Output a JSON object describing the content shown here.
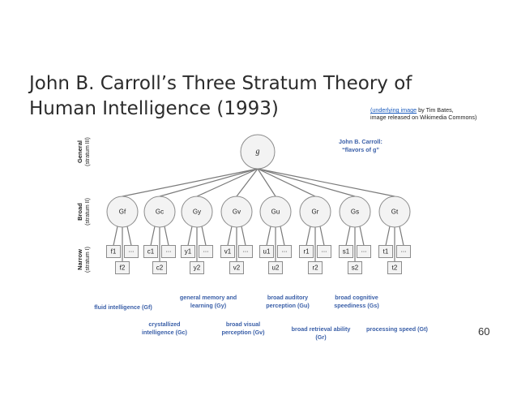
{
  "title": {
    "line1": "John B. Carroll’s Three Stratum Theory of",
    "line2": "Human Intelligence (1993)"
  },
  "credit": {
    "link_text": "(underlying image",
    "line1_rest": " by Tim Bates,",
    "line2": "image released on Wikimedia Commons)"
  },
  "page_number": "60",
  "strata": {
    "general": {
      "name": "General",
      "sub": "(stratum III)"
    },
    "broad": {
      "name": "Broad",
      "sub": "(stratum II)"
    },
    "narrow": {
      "name": "Narrow",
      "sub": "(stratum I)"
    }
  },
  "general_node": "g",
  "carroll_note": {
    "line1": "John B. Carroll:",
    "line2": "“flavors of g”"
  },
  "broad_nodes": [
    "Gf",
    "Gc",
    "Gy",
    "Gv",
    "Gu",
    "Gr",
    "Gs",
    "Gt"
  ],
  "narrow_top": [
    [
      "f1",
      "..."
    ],
    [
      "c1",
      "..."
    ],
    [
      "y1",
      "..."
    ],
    [
      "v1",
      "..."
    ],
    [
      "u1",
      "..."
    ],
    [
      "r1",
      "..."
    ],
    [
      "s1",
      "..."
    ],
    [
      "t1",
      "..."
    ]
  ],
  "narrow_bottom": [
    "f2",
    "c2",
    "y2",
    "v2",
    "u2",
    "r2",
    "s2",
    "t2"
  ],
  "annotations": [
    {
      "lines": [
        "fluid intelligence (Gf)"
      ]
    },
    {
      "lines": [
        "general memory and",
        "learning (Gy)"
      ]
    },
    {
      "lines": [
        "broad auditory",
        "perception (Gu)"
      ]
    },
    {
      "lines": [
        "broad cognitive",
        "speediness (Gs)"
      ]
    },
    {
      "lines": [
        "crystallized",
        "intelligence (Gc)"
      ]
    },
    {
      "lines": [
        "broad visual",
        "perception (Gv)"
      ]
    },
    {
      "lines": [
        "broad retrieval ability",
        "(Gr)"
      ]
    },
    {
      "lines": [
        "processing speed (Gt)"
      ]
    }
  ],
  "colors": {
    "annotation": "#3a5fa8",
    "node_fill": "#f3f3f3",
    "node_stroke": "#8c8c8c",
    "edge": "#7a7a7a"
  }
}
